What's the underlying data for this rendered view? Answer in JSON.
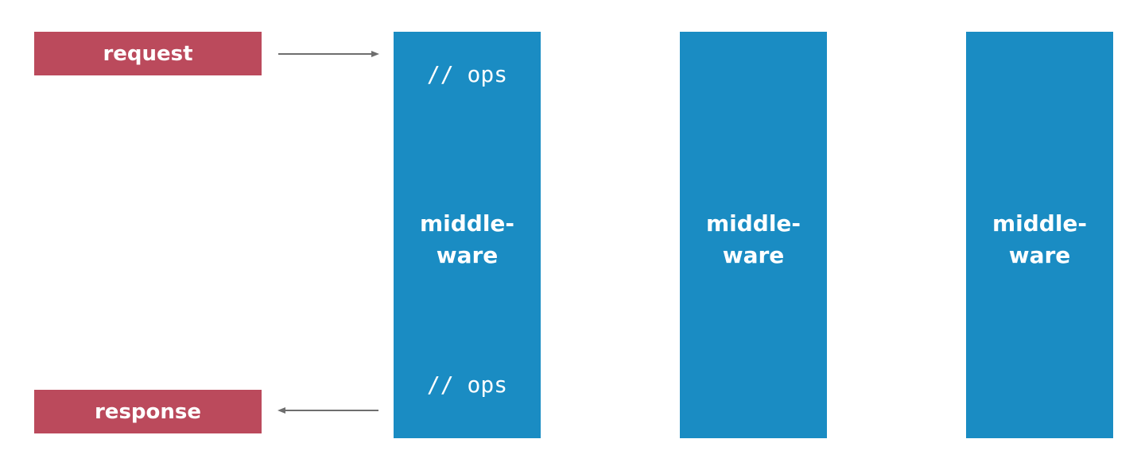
{
  "colors": {
    "label_box": "#bb4a5c",
    "middleware_box": "#1a8cc3",
    "arrow": "#6e6e6e",
    "text": "#ffffff"
  },
  "request": {
    "label": "request"
  },
  "response": {
    "label": "response"
  },
  "middleware": [
    {
      "line1": "middle-",
      "line2": "ware",
      "ops_top": "// ops",
      "ops_bottom": "// ops"
    },
    {
      "line1": "middle-",
      "line2": "ware"
    },
    {
      "line1": "middle-",
      "line2": "ware"
    }
  ]
}
